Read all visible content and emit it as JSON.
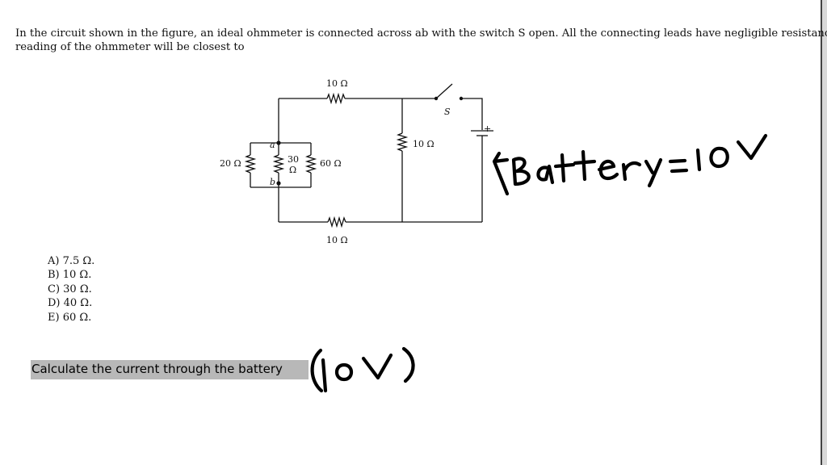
{
  "question": {
    "line1": "In the circuit shown in the figure, an ideal ohmmeter is connected across ab with the switch S open. All the connecting leads have negligible resistance. The",
    "line2": "reading of the ohmmeter will be closest to"
  },
  "circuit": {
    "r_top": "10 Ω",
    "r_bottom": "10 Ω",
    "r_middle": "10 Ω",
    "r_left": "20 Ω",
    "r_30_num": "30",
    "r_30_unit": "Ω",
    "r_60": "60 Ω",
    "node_a": "a",
    "node_b": "b",
    "switch_label": "S",
    "battery_plus": "+"
  },
  "choices": [
    "A) 7.5 Ω.",
    "B) 10 Ω.",
    "C) 30 Ω.",
    "D) 40 Ω.",
    "E) 60 Ω."
  ],
  "prompt": {
    "text": "Calculate the current through the battery"
  },
  "annotations": {
    "battery_note": "Battery = 10V",
    "current_note": "(10V)"
  }
}
